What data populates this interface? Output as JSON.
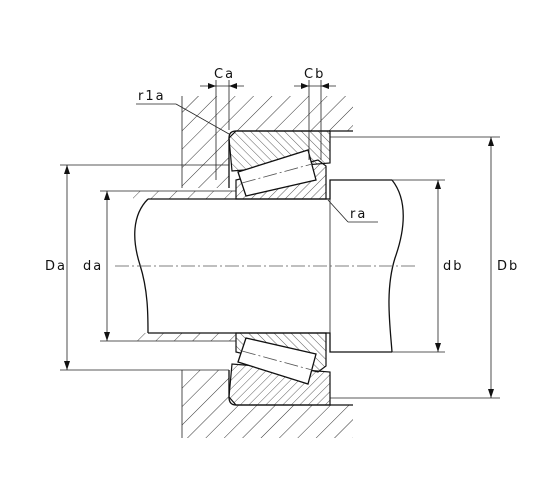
{
  "labels": {
    "ca": "Ca",
    "cb": "Cb",
    "r1a": "r1a",
    "ra": "ra",
    "da_outer": "Da",
    "da_inner": "da",
    "db": "db",
    "db_outer": "Db"
  }
}
